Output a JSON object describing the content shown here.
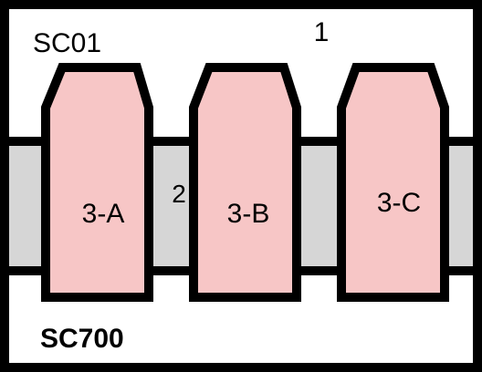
{
  "diagram": {
    "top_label": "SC01",
    "top_number": "1",
    "gap_number": "2",
    "bottom_label": "SC700",
    "blocks": [
      {
        "label": "3-A"
      },
      {
        "label": "3-B"
      },
      {
        "label": "3-C"
      }
    ],
    "colors": {
      "frame": "#000000",
      "background": "#ffffff",
      "band_fill": "#d6d6d6",
      "block_fill": "#f7c6c6",
      "outline": "#000000"
    }
  }
}
